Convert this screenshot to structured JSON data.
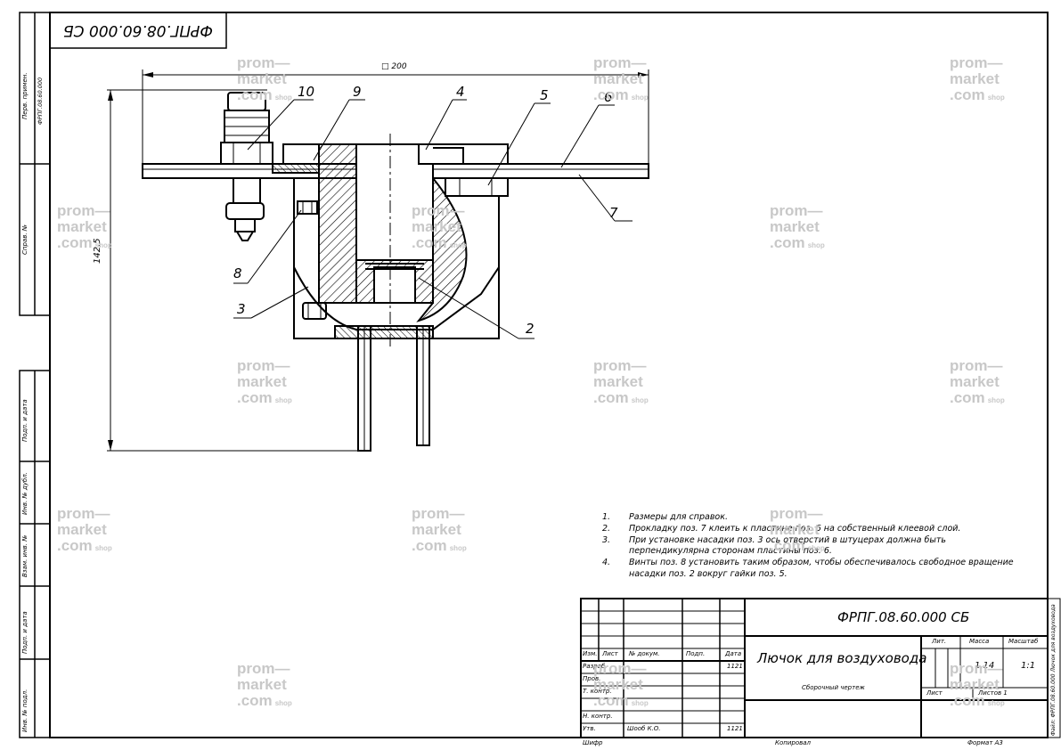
{
  "top_code": "ФРПГ.08.60.000 СБ",
  "top_code_mirrored": "ФРПГ.08.60.000 СБ",
  "dimensions": {
    "width": "□ 200",
    "height": "142,5"
  },
  "positions": [
    "10",
    "9",
    "4",
    "5",
    "6",
    "7",
    "8",
    "3",
    "2"
  ],
  "left_strip": {
    "perv_primen": "Перв. примен.",
    "perv_primen_value": "ФРПГ.08.60.000",
    "sprav_no": "Справ. №",
    "podp_data_1": "Подп. и дата",
    "inv_dubl": "Инв. № дубл.",
    "vzam_inv": "Взам. инв. №",
    "podp_data_2": "Подп. и дата",
    "inv_podl": "Инв. № подл."
  },
  "notes": [
    {
      "num": "1.",
      "text": "Размеры для справок."
    },
    {
      "num": "2.",
      "text": "Прокладку поз. 7 клеить к пластине поз. 6 на собственный клеевой слой."
    },
    {
      "num": "3.",
      "text": "При установке насадки поз. 3 ось отверстий в штуцерах должна быть"
    },
    {
      "num": "",
      "text": "перпендикулярна сторонам пластины поз. 6."
    },
    {
      "num": "4.",
      "text": "Винты поз. 8 установить таким образом, чтобы обеспечивалось свободное вращение"
    },
    {
      "num": "",
      "text": "насадки поз. 2 вокруг гайки поз. 5."
    }
  ],
  "title_block": {
    "designation": "ФРПГ.08.60.000 СБ",
    "name": "Лючок для воздуховода",
    "doc_type": "Сборочный чертеж",
    "col_izm": "Изм.",
    "col_list": "Лист",
    "col_docum": "№ докум.",
    "col_podp": "Подп.",
    "col_data": "Дата",
    "row_razrab": "Разраб.",
    "row_prob": "Пров.",
    "row_tkontr": "Т. контр.",
    "row_nkontr": "Н. контр.",
    "row_utv": "Утв.",
    "utv_name": "Шооб К.О.",
    "razrab_date": "1121",
    "data_header_value": "1121",
    "utv_date": "1121",
    "lit_label": "Лит.",
    "mass_label": "Масса",
    "scale_label": "Масштаб",
    "mass_value": "1,14",
    "scale_value": "1:1",
    "sheet_label": "Лист",
    "sheets_label": "Листов 1",
    "footer_left": "Шифр",
    "footer_mid": "Копировал",
    "footer_right": "Формат А3",
    "side_stamp": "Файл: ФРПГ.08.60.000 Лючок для воздуховода"
  },
  "watermark": {
    "line1": "prom—",
    "line2": "market",
    "line3": ".com",
    "shop": "shop"
  }
}
